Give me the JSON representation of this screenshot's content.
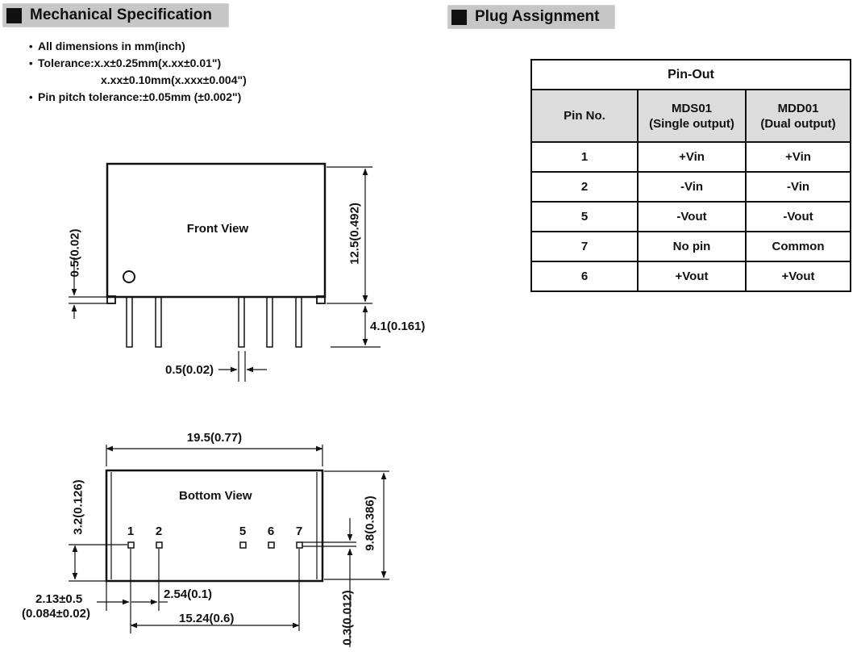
{
  "header": {
    "mechanical_title": "Mechanical Specification",
    "plug_title": "Plug Assignment"
  },
  "notes": {
    "bullet": "•",
    "line1": "All dimensions in mm(inch)",
    "line2": "Tolerance:x.x±0.25mm(x.xx±0.01\")",
    "line3": "x.xx±0.10mm(x.xxx±0.004\")",
    "line4": "Pin pitch tolerance:±0.05mm (±0.002\")"
  },
  "front_view": {
    "label": "Front View",
    "dim_flange": "0.5(0.02)",
    "dim_height": "12.5(0.492)",
    "dim_pin_length": "4.1(0.161)",
    "dim_pin_width": "0.5(0.02)"
  },
  "bottom_view": {
    "label": "Bottom View",
    "pins": [
      "1",
      "2",
      "5",
      "6",
      "7"
    ],
    "dim_width": "19.5(0.77)",
    "dim_pin_inset": "3.2(0.126)",
    "dim_depth": "9.8(0.386)",
    "dim_pin_thickness": "0.3(0.012)",
    "dim_edge_to_pin": "2.13±0.5",
    "dim_edge_to_pin_inch": "(0.084±0.02)",
    "dim_pitch": "2.54(0.1)",
    "dim_span": "15.24(0.6)"
  },
  "pinout": {
    "title": "Pin-Out",
    "col_pin": "Pin No.",
    "col_mds_line1": "MDS01",
    "col_mds_line2": "(Single output)",
    "col_mdd_line1": "MDD01",
    "col_mdd_line2": "(Dual output)",
    "rows": [
      [
        "1",
        "+Vin",
        "+Vin"
      ],
      [
        "2",
        "-Vin",
        "-Vin"
      ],
      [
        "5",
        "-Vout",
        "-Vout"
      ],
      [
        "7",
        "No pin",
        "Common"
      ],
      [
        "6",
        "+Vout",
        "+Vout"
      ]
    ]
  }
}
